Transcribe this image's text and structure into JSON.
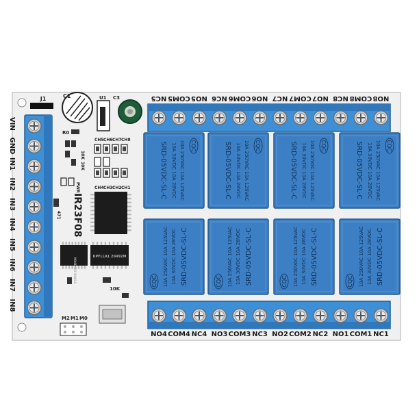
{
  "board": {
    "model": "IR23F08",
    "pcb_color": "#f2f2f2",
    "terminal_color": "#3d8fd6",
    "relay_color": "#3d7fc4"
  },
  "input_terminal": {
    "labels": [
      "VIN",
      "GND",
      "IN1",
      "IN2",
      "IN3",
      "IN4",
      "IN5",
      "IN6",
      "IN7",
      "IN8"
    ]
  },
  "top_terminal": {
    "labels": [
      "NC5",
      "COM5",
      "NO5",
      "NC6",
      "COM6",
      "NO6",
      "NC7",
      "COM7",
      "NO7",
      "NC8",
      "COM8",
      "NO8"
    ]
  },
  "bottom_terminal": {
    "labels": [
      "NO4",
      "COM4",
      "NC4",
      "NO3",
      "COM3",
      "NC3",
      "NO2",
      "COM2",
      "NC2",
      "NO1",
      "COM1",
      "NC1"
    ]
  },
  "relay": {
    "brand": "CQC",
    "line1": "10A 250VAC  10A 125VAC",
    "line2": "10A 30VDC  10A 28VDC",
    "model": "SRD-05VDC-SL-C",
    "count": 8
  },
  "silkscreen": {
    "j1": "J1",
    "c1": "C1",
    "u1": "U1",
    "c3": "C3",
    "r0": "R0",
    "pwr": "PWR",
    "r_left_1": "10K",
    "r_left_2": "10K",
    "r_bottom": "10K",
    "leds_top": [
      "CH5",
      "CH6",
      "CH7",
      "CH8"
    ],
    "leds_bottom": [
      "CH4",
      "CH3",
      "CH2",
      "CH1"
    ],
    "r_mid": "471",
    "jumpers": [
      "M2",
      "M1",
      "M0"
    ],
    "chip_a": "MX8D9R2 DH821",
    "chip_b": "KPFLLA1 20492M"
  }
}
